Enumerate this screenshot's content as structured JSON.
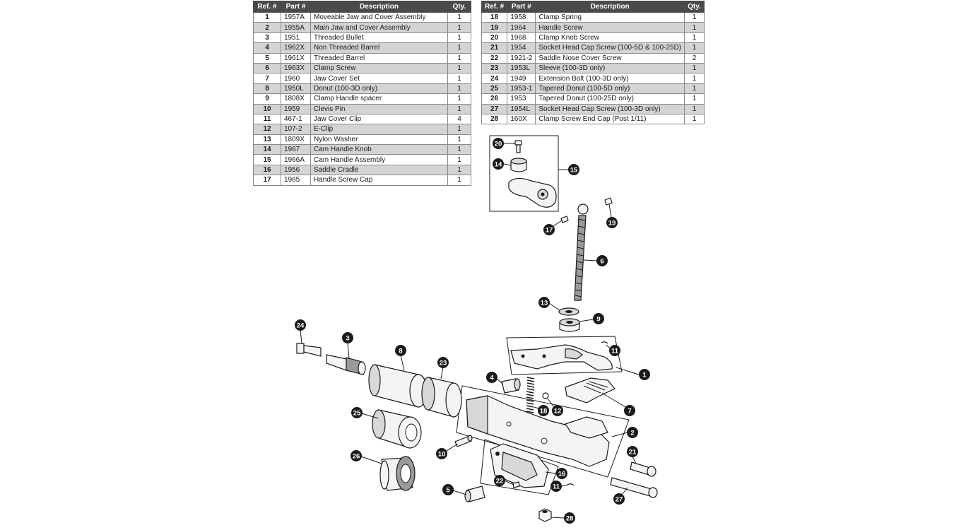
{
  "tables": {
    "headers": {
      "ref": "Ref. #",
      "part": "Part #",
      "description": "Description",
      "qty": "Qty."
    },
    "left": [
      {
        "ref": "1",
        "part": "1957A",
        "description": "Moveable Jaw and Cover Assembly",
        "qty": "1"
      },
      {
        "ref": "2",
        "part": "1955A",
        "description": "Main Jaw and Cover Assembly",
        "qty": "1"
      },
      {
        "ref": "3",
        "part": "1951",
        "description": "Threaded Bullet",
        "qty": "1"
      },
      {
        "ref": "4",
        "part": "1962X",
        "description": "Non Threaded Barrel",
        "qty": "1"
      },
      {
        "ref": "5",
        "part": "1961X",
        "description": "Threaded Barrel",
        "qty": "1"
      },
      {
        "ref": "6",
        "part": "1963X",
        "description": "Clamp Screw",
        "qty": "1"
      },
      {
        "ref": "7",
        "part": "1960",
        "description": "Jaw Cover Set",
        "qty": "1"
      },
      {
        "ref": "8",
        "part": "1950L",
        "description": "Donut (100-3D only)",
        "qty": "1"
      },
      {
        "ref": "9",
        "part": "1808X",
        "description": "Clamp Handle spacer",
        "qty": "1"
      },
      {
        "ref": "10",
        "part": "1959",
        "description": "Clevis Pin",
        "qty": "1"
      },
      {
        "ref": "11",
        "part": "467-1",
        "description": "Jaw Cover Clip",
        "qty": "4"
      },
      {
        "ref": "12",
        "part": "107-2",
        "description": "E-Clip",
        "qty": "1"
      },
      {
        "ref": "13",
        "part": "1809X",
        "description": "Nylon Washer",
        "qty": "1"
      },
      {
        "ref": "14",
        "part": "1967",
        "description": "Cam Handle Knob",
        "qty": "1"
      },
      {
        "ref": "15",
        "part": "1966A",
        "description": "Cam Handle Assembly",
        "qty": "1"
      },
      {
        "ref": "16",
        "part": "1956",
        "description": "Saddle Cradle",
        "qty": "1"
      },
      {
        "ref": "17",
        "part": "1965",
        "description": "Handle Screw Cap",
        "qty": "1"
      }
    ],
    "right": [
      {
        "ref": "18",
        "part": "1958",
        "description": "Clamp Spring",
        "qty": "1"
      },
      {
        "ref": "19",
        "part": "1964",
        "description": "Handle Screw",
        "qty": "1"
      },
      {
        "ref": "20",
        "part": "1968",
        "description": "Clamp Knob Screw",
        "qty": "1"
      },
      {
        "ref": "21",
        "part": "1954",
        "description": "Socket Head Cap Screw (100-5D & 100-25D)",
        "qty": "1"
      },
      {
        "ref": "22",
        "part": "1921-2",
        "description": "Saddle Nose Cover Screw",
        "qty": "2"
      },
      {
        "ref": "23",
        "part": "1953L",
        "description": "Sleeve (100-3D only)",
        "qty": "1"
      },
      {
        "ref": "24",
        "part": "1949",
        "description": "Extension Bolt (100-3D only)",
        "qty": "1"
      },
      {
        "ref": "25",
        "part": "1953-1",
        "description": "Tapered Donut (100-5D only)",
        "qty": "1"
      },
      {
        "ref": "26",
        "part": "1953",
        "description": "Tapered Donut (100-25D only)",
        "qty": "1"
      },
      {
        "ref": "27",
        "part": "1954L",
        "description": "Socket Head Cap Screw (100-3D only)",
        "qty": "1"
      },
      {
        "ref": "28",
        "part": "160X",
        "description": "Clamp Screw End Cap (Post 1/11)",
        "qty": "1"
      }
    ]
  },
  "callouts": [
    "1",
    "2",
    "3",
    "4",
    "5",
    "6",
    "7",
    "8",
    "9",
    "10",
    "11",
    "11",
    "12",
    "13",
    "14",
    "15",
    "16",
    "17",
    "18",
    "19",
    "20",
    "21",
    "22",
    "23",
    "24",
    "25",
    "26",
    "27",
    "28"
  ]
}
